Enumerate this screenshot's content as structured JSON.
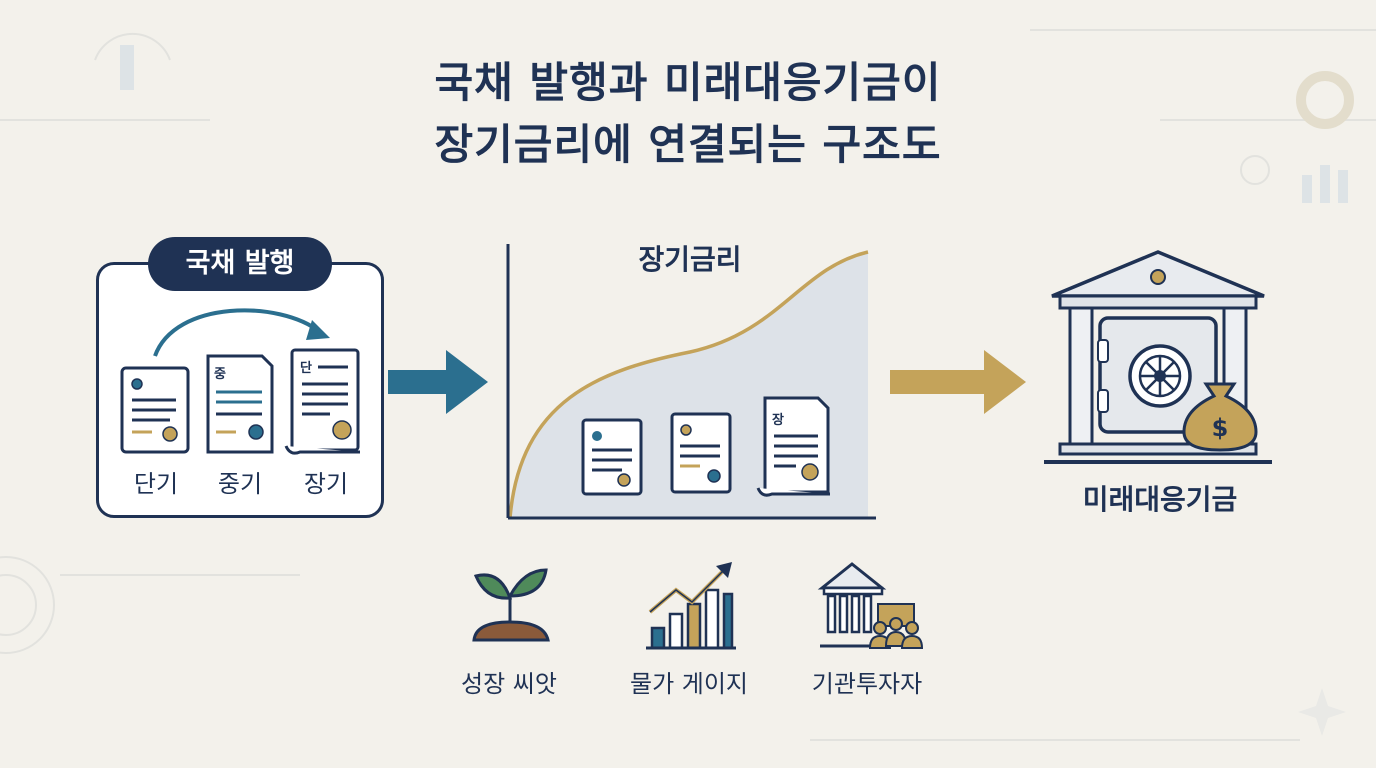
{
  "title": {
    "line1": "국채 발행과 미래대응기금이",
    "line2": "장기금리에 연결되는 구조도"
  },
  "issuance": {
    "badge": "국채 발행",
    "docs": [
      {
        "mark": "",
        "label": "단기"
      },
      {
        "mark": "중",
        "label": "중기"
      },
      {
        "mark": "단",
        "label": "장기"
      }
    ]
  },
  "curve": {
    "label": "장기금리",
    "doc_mark": "장"
  },
  "fund": {
    "label": "미래대응기금",
    "bag_symbol": "$"
  },
  "factors": [
    {
      "icon": "sprout-icon",
      "label": "성장 씨앗"
    },
    {
      "icon": "rising-bar-chart-icon",
      "label": "물가 게이지"
    },
    {
      "icon": "institution-investors-icon",
      "label": "기관투자자"
    }
  ],
  "colors": {
    "navy": "#1f3254",
    "teal": "#2b6f8f",
    "gold": "#c4a35a",
    "background": "#f3f1eb"
  }
}
